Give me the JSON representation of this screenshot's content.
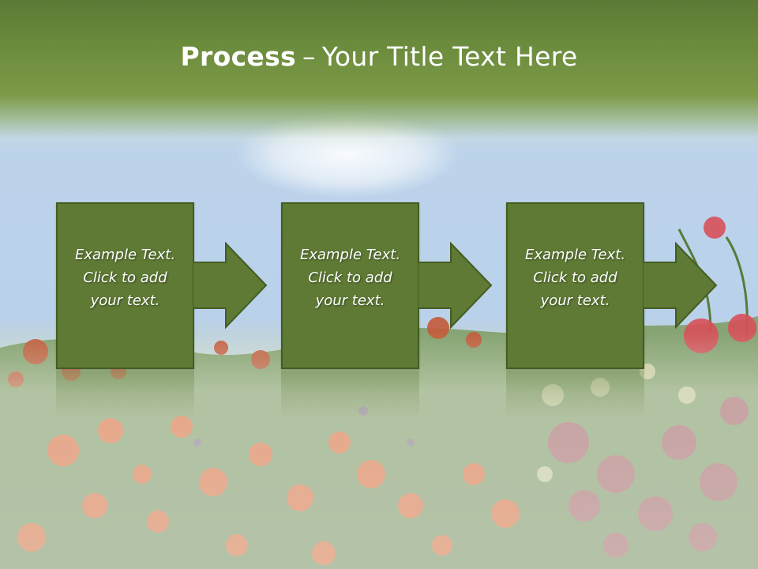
{
  "slide": {
    "title_bold": "Process",
    "title_separator": "–",
    "title_rest": "Your Title Text Here"
  },
  "steps": [
    {
      "line1": "Example Text.",
      "line2": "Click  to add",
      "line3": "your text."
    },
    {
      "line1": "Example Text.",
      "line2": "Click  to add",
      "line3": "your text."
    },
    {
      "line1": "Example Text.",
      "line2": "Click  to add",
      "line3": "your text."
    }
  ],
  "colors": {
    "header_green": "#6c8c3d",
    "box_fill": "#5e7a34",
    "box_border": "#445d22",
    "sky": "#bcd3ea",
    "text": "#ffffff"
  },
  "background": {
    "scene": "flower-meadow-icon"
  }
}
